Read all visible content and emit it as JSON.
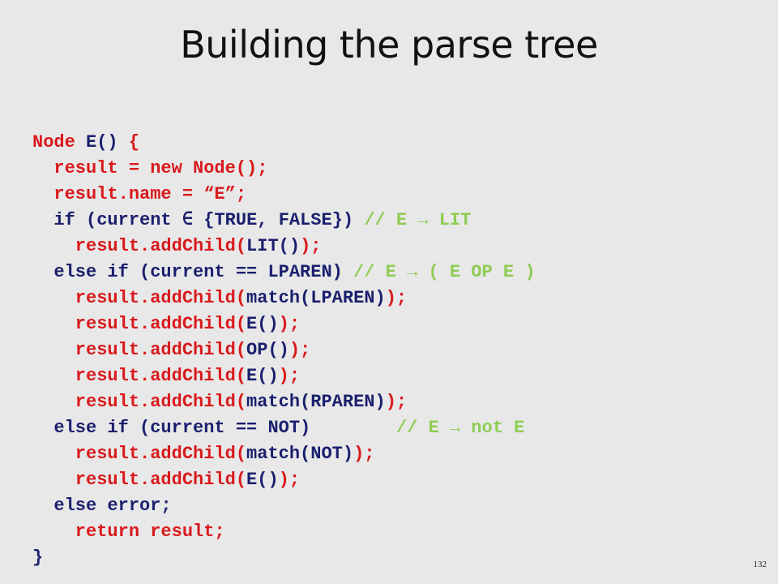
{
  "slide": {
    "title": "Building the parse tree",
    "page_number": "132"
  },
  "colors": {
    "background": "#e8e8e8",
    "code_navy": "#1a1f6e",
    "code_red": "#d9191c",
    "comment_green": "#8fcc54"
  },
  "code_lines": [
    [
      {
        "t": "Node ",
        "c": "red"
      },
      {
        "t": "E() ",
        "c": "navy"
      },
      {
        "t": "{",
        "c": "red"
      }
    ],
    [
      {
        "t": "  result = new Node();",
        "c": "red"
      }
    ],
    [
      {
        "t": "  result.name = “E”;",
        "c": "red"
      }
    ],
    [
      {
        "t": "  if (current ∈ {TRUE, FALSE}) ",
        "c": "navy"
      },
      {
        "t": "// E → LIT",
        "c": "green"
      }
    ],
    [
      {
        "t": "    result.addChild(",
        "c": "red"
      },
      {
        "t": "LIT()",
        "c": "navy"
      },
      {
        "t": ");",
        "c": "red"
      }
    ],
    [
      {
        "t": "  else if (current == LPAREN) ",
        "c": "navy"
      },
      {
        "t": "// E → ( E OP E )",
        "c": "green"
      }
    ],
    [
      {
        "t": "    result.addChild(",
        "c": "red"
      },
      {
        "t": "match(LPAREN)",
        "c": "navy"
      },
      {
        "t": ");",
        "c": "red"
      }
    ],
    [
      {
        "t": "    result.addChild(",
        "c": "red"
      },
      {
        "t": "E()",
        "c": "navy"
      },
      {
        "t": ");",
        "c": "red"
      }
    ],
    [
      {
        "t": "    result.addChild(",
        "c": "red"
      },
      {
        "t": "OP()",
        "c": "navy"
      },
      {
        "t": ");",
        "c": "red"
      }
    ],
    [
      {
        "t": "    result.addChild(",
        "c": "red"
      },
      {
        "t": "E()",
        "c": "navy"
      },
      {
        "t": ");",
        "c": "red"
      }
    ],
    [
      {
        "t": "    result.addChild(",
        "c": "red"
      },
      {
        "t": "match(RPAREN)",
        "c": "navy"
      },
      {
        "t": ");",
        "c": "red"
      }
    ],
    [
      {
        "t": "  else if (current == NOT)        ",
        "c": "navy"
      },
      {
        "t": "// E → not E",
        "c": "green"
      }
    ],
    [
      {
        "t": "    result.addChild(",
        "c": "red"
      },
      {
        "t": "match(NOT)",
        "c": "navy"
      },
      {
        "t": ");",
        "c": "red"
      }
    ],
    [
      {
        "t": "    result.addChild(",
        "c": "red"
      },
      {
        "t": "E()",
        "c": "navy"
      },
      {
        "t": ");",
        "c": "red"
      }
    ],
    [
      {
        "t": "  else error;",
        "c": "navy"
      }
    ],
    [
      {
        "t": "    return result;",
        "c": "red"
      }
    ],
    [
      {
        "t": "}",
        "c": "navy"
      }
    ]
  ]
}
